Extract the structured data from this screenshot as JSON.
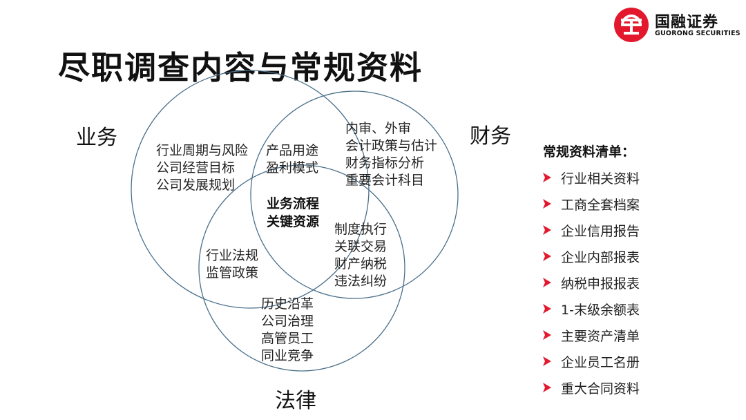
{
  "title": "尽职调查内容与常规资料",
  "brand": {
    "name_cn": "国融证券",
    "name_en": "GUORONG SECURITIES",
    "color": "#e3182d"
  },
  "venn": {
    "categories": {
      "business": "业务",
      "finance": "财务",
      "legal": "法律"
    },
    "business_only": [
      "行业周期与风险",
      "公司经营目标",
      "公司发展规划"
    ],
    "business_finance": [
      "产品用途",
      "盈利模式"
    ],
    "finance_only": [
      "内审、外审",
      "会计政策与估计",
      "财务指标分析",
      "重要会计科目"
    ],
    "center": [
      "业务流程",
      "关键资源"
    ],
    "business_legal": [
      "行业法规",
      "监管政策"
    ],
    "finance_legal": [
      "制度执行",
      "关联交易",
      "财产纳税",
      "违法纠纷"
    ],
    "legal_only": [
      "历史沿革",
      "公司治理",
      "高管员工",
      "同业竞争"
    ]
  },
  "checklist": {
    "title": "常规资料清单：",
    "bullet_icon": "arrow-bullet-icon",
    "bullet_color": "#e3182d",
    "items": [
      "行业相关资料",
      "工商全套档案",
      "企业信用报告",
      "企业内部报表",
      "纳税申报报表",
      "1-末级余额表",
      "主要资产清单",
      "企业员工名册",
      "重大合同资料"
    ]
  }
}
